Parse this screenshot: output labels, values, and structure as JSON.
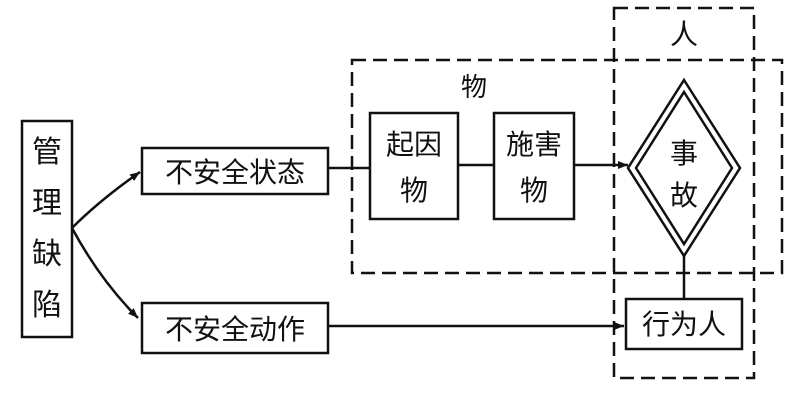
{
  "nodes": {
    "management_defect": [
      "管",
      "理",
      "缺",
      "陷"
    ],
    "unsafe_state": "不安全状态",
    "unsafe_action": "不安全动作",
    "originating_object": [
      "起因",
      "物"
    ],
    "harmful_object": [
      "施害",
      "物"
    ],
    "accident": [
      "事",
      "故"
    ],
    "actor": "行为人"
  },
  "groups": {
    "object_label": "物",
    "person_label": "人"
  }
}
